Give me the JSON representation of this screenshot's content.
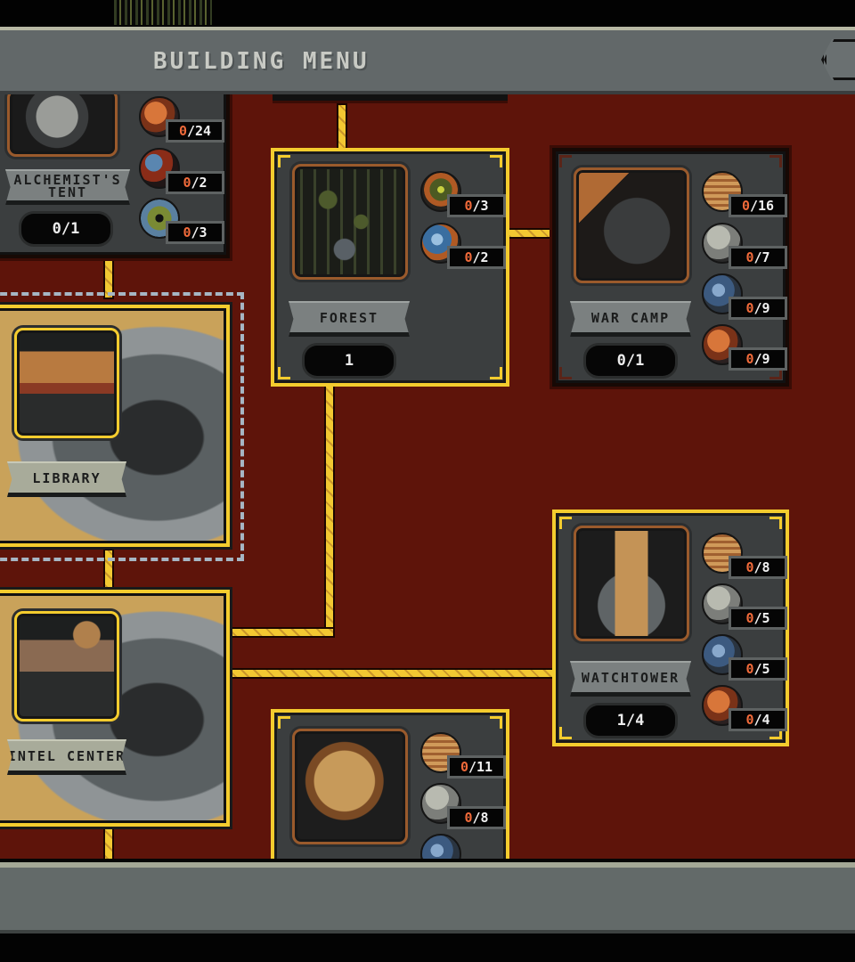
{
  "header": {
    "title": "BUILDING MENU",
    "close_icon": "close-tab-icon"
  },
  "colors": {
    "board_bg": "#5e140a",
    "panel_gray": "#626869",
    "gold_accent": "#f4cc2e",
    "need_count_red": "#f06a3a"
  },
  "buildings": [
    {
      "id": "alchemists-tent",
      "name": "ALCHEMIST'S TENT",
      "count": "0/1",
      "state": "available",
      "resources": [
        {
          "icon": "mushroom-icon",
          "have": "0",
          "need": "/24"
        },
        {
          "icon": "dark-orb-icon",
          "have": "0",
          "need": "/2"
        },
        {
          "icon": "eye-orb-icon",
          "have": "0",
          "need": "/3"
        }
      ]
    },
    {
      "id": "forest",
      "name": "FOREST",
      "count": "1",
      "state": "built",
      "resources": [
        {
          "icon": "swirl-icon",
          "have": "0",
          "need": "/3"
        },
        {
          "icon": "blue-orb-icon",
          "have": "0",
          "need": "/2"
        }
      ]
    },
    {
      "id": "war-camp",
      "name": "WAR CAMP",
      "count": "0/1",
      "state": "locked",
      "resources": [
        {
          "icon": "wood-icon",
          "have": "0",
          "need": "/16"
        },
        {
          "icon": "stone-icon",
          "have": "0",
          "need": "/7"
        },
        {
          "icon": "ore-icon",
          "have": "0",
          "need": "/9"
        },
        {
          "icon": "mushroom-icon",
          "have": "0",
          "need": "/9"
        }
      ]
    },
    {
      "id": "library",
      "name": "LIBRARY",
      "state": "selected"
    },
    {
      "id": "intel-center",
      "name": "INTEL CENTER",
      "state": "unlocked"
    },
    {
      "id": "watchtower",
      "name": "WATCHTOWER",
      "count": "1/4",
      "state": "built",
      "resources": [
        {
          "icon": "wood-icon",
          "have": "0",
          "need": "/8"
        },
        {
          "icon": "stone-icon",
          "have": "0",
          "need": "/5"
        },
        {
          "icon": "ore-icon",
          "have": "0",
          "need": "/5"
        },
        {
          "icon": "mushroom-icon",
          "have": "0",
          "need": "/4"
        }
      ]
    },
    {
      "id": "hall",
      "name": "",
      "state": "built",
      "resources": [
        {
          "icon": "wood-icon",
          "have": "0",
          "need": "/11"
        },
        {
          "icon": "stone-icon",
          "have": "0",
          "need": "/8"
        },
        {
          "icon": "ore-icon",
          "have": "",
          "need": ""
        }
      ]
    }
  ]
}
